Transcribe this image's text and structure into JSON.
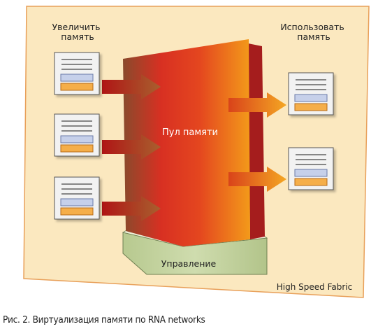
{
  "diagram": {
    "input_label_line1": "Увеличить",
    "input_label_line2": "память",
    "output_label_line1": "Использовать",
    "output_label_line2": "память",
    "pool_label": "Пул памяти",
    "management_label": "Управление",
    "fabric_label": "High Speed Fabric",
    "input_servers": 3,
    "output_servers": 2
  },
  "caption": "Рис. 2. Виртуализация памяти по RNA networks",
  "colors": {
    "frame_fill": "#fbe8bf",
    "frame_border": "#e8a05a",
    "pool_gradient": [
      "#8e4a2a",
      "#e02a1e",
      "#f08a1c"
    ],
    "pool_side": "#a51d1d",
    "arrow_in": "#b01b1b",
    "arrow_out": "#f0a020",
    "management_fill": "#c8d8a4",
    "server_fill": "#f2f2f2",
    "server_slot_blue": "#c6d0ea",
    "server_slot_orange": "#f5ae4a"
  }
}
